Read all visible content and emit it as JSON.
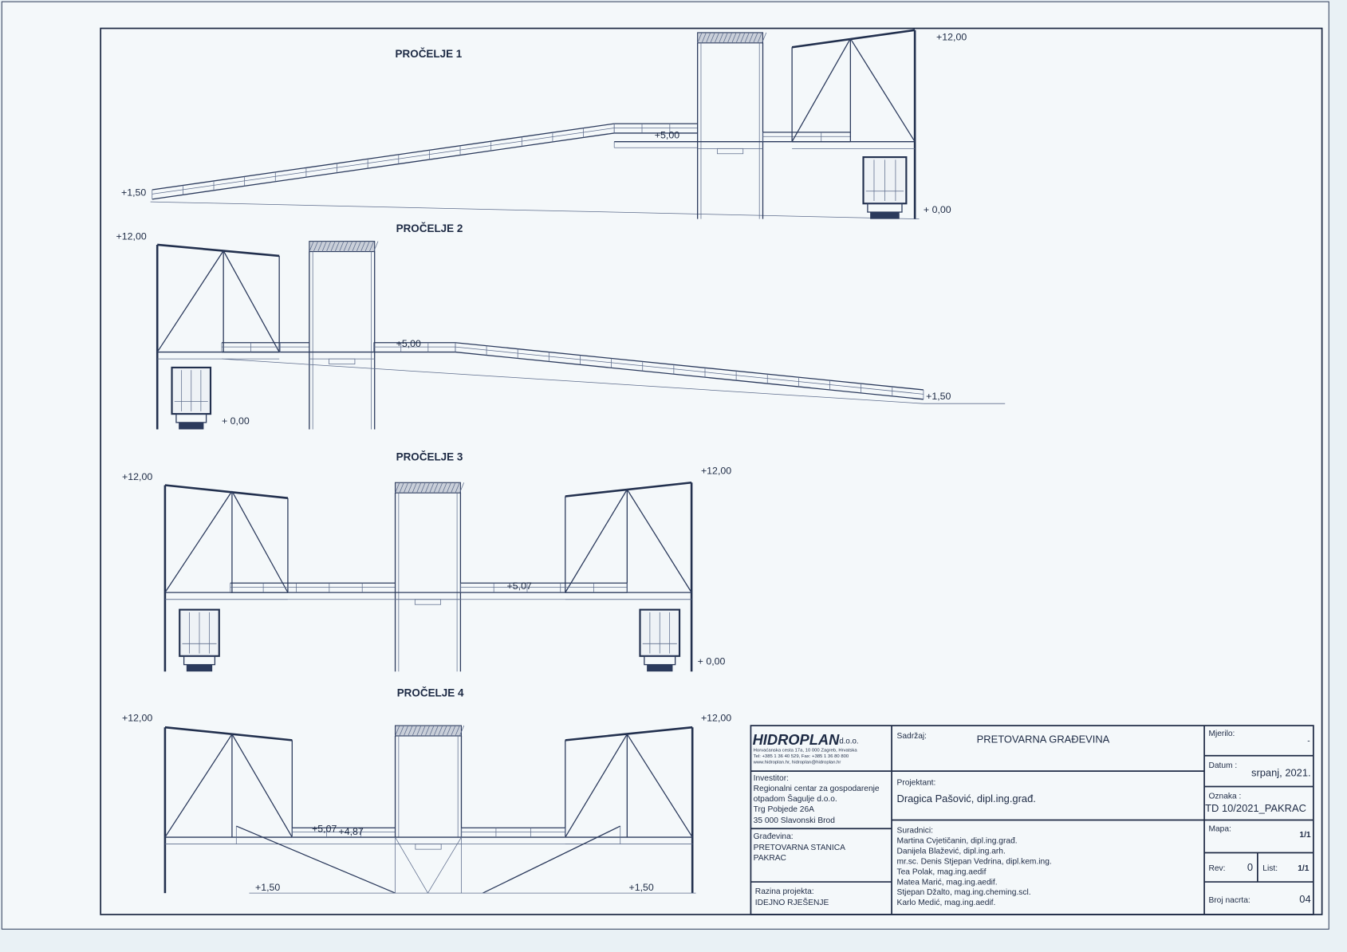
{
  "sections": [
    {
      "title": "PROČELJE 1",
      "levels": {
        "top": "+12,00",
        "deck": "+5,00",
        "ramp": "+1,50",
        "ground": "+ 0,00"
      }
    },
    {
      "title": "PROČELJE 2",
      "levels": {
        "top": "+12,00",
        "deck": "+5,00",
        "ramp": "+1,50",
        "ground": "+ 0,00"
      }
    },
    {
      "title": "PROČELJE 3",
      "levels": {
        "top_left": "+12,00",
        "top_right": "+12,00",
        "deck": "+5,07",
        "ground": "+ 0,00"
      }
    },
    {
      "title": "PROČELJE 4",
      "levels": {
        "top_left": "+12,00",
        "top_right": "+12,00",
        "deck": "+5,07",
        "deck2": "+4,87",
        "ramp_left": "+1,50",
        "ramp_right": "+1,50"
      }
    }
  ],
  "title_block": {
    "company": {
      "name": "HIDROPLAN",
      "suffix": "d.o.o.",
      "address": "Horvaćanska cesta 17a, 10 000 Zagreb, Hrvatska",
      "phone": "Tel: +385 1 36 40 529, Fax: +385 1 36 80 800",
      "web": "www.hidroplan.hr,  hidroplan@hidroplan.hr"
    },
    "investitor_label": "Investitor:",
    "investitor": [
      "Regionalni centar za gospodarenje",
      "otpadom Šagulje d.o.o.",
      "Trg Pobjede 26A",
      "35 000 Slavonski Brod"
    ],
    "gradjevina_label": "Građevina:",
    "gradjevina": [
      "PRETOVARNA STANICA",
      "PAKRAC"
    ],
    "razina_label": "Razina projekta:",
    "razina": "IDEJNO RJEŠENJE",
    "sadrzaj_label": "Sadržaj:",
    "sadrzaj": "PRETOVARNA GRAĐEVINA",
    "projektant_label": "Projektant:",
    "projektant": "Dragica Pašović, dipl.ing.građ.",
    "suradnici_label": "Suradnici:",
    "suradnici": [
      "Martina Cvjetičanin, dipl.ing.građ.",
      "Danijela Blažević, dipl.ing.arh.",
      "mr.sc. Denis Stjepan Vedrina, dipl.kem.ing.",
      "Tea Polak, mag.ing.aedif",
      "Matea Marić, mag.ing.aedif.",
      "Stjepan Džalto, mag.ing.cheming.scl.",
      "Karlo Medić, mag.ing.aedif."
    ],
    "mjerilo_label": "Mjerilo:",
    "mjerilo": "-",
    "datum_label": "Datum :",
    "datum": "srpanj, 2021.",
    "oznaka_label": "Oznaka :",
    "oznaka": "TD 10/2021_PAKRAC",
    "mapa_label": "Mapa:",
    "mapa": "1/1",
    "rev_label": "Rev:",
    "rev": "0",
    "list_label": "List:",
    "list": "1/1",
    "broj_label": "Broj nacrta:",
    "broj": "04"
  }
}
